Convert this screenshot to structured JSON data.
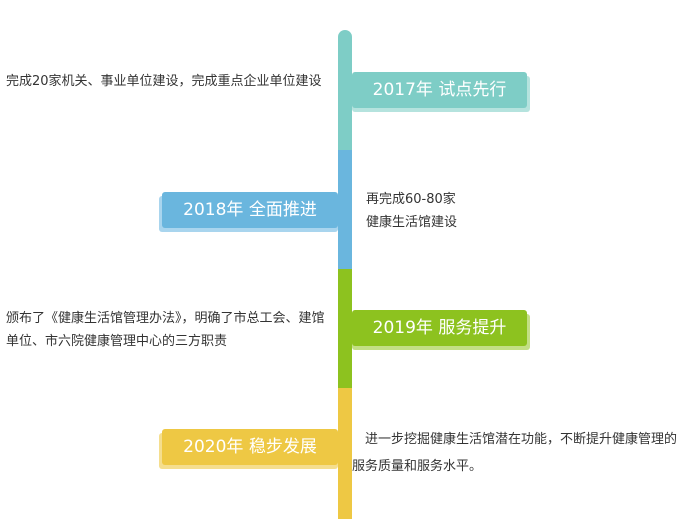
{
  "colors": {
    "teal": "#7ecdc6",
    "teal_shadow": "#b5e3de",
    "blue": "#6ab6de",
    "blue_shadow": "#a9d5ee",
    "green": "#8dc21f",
    "green_shadow": "#c3df85",
    "yellow": "#eec844",
    "yellow_shadow": "#f5de8e"
  },
  "milestones": [
    {
      "label": "2017年 试点先行",
      "description": "完成20家机关、事业单位建设，完成重点企业单位建设"
    },
    {
      "label": "2018年 全面推进",
      "description_lines": [
        "再完成60-80家",
        "健康生活馆建设"
      ]
    },
    {
      "label": "2019年 服务提升",
      "description": "颁布了《健康生活馆管理办法》，明确了市总工会、建馆单位、市六院健康管理中心的三方职责"
    },
    {
      "label": "2020年 稳步发展",
      "description": "　进一步挖掘健康生活馆潜在功能，不断提升健康管理的服务质量和服务水平。"
    }
  ]
}
